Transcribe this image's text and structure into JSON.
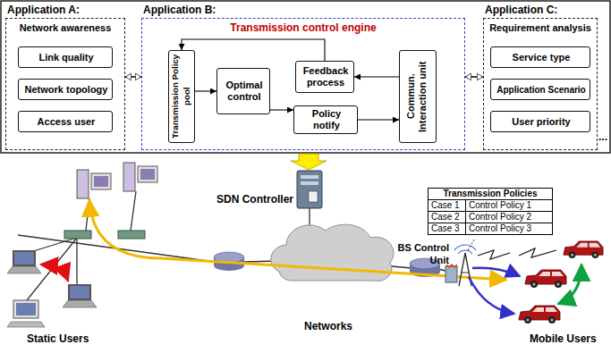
{
  "diagram": {
    "nodes": [
      {
        "text": [
          "Application A:",
          "Network awareness"
        ]
      },
      {
        "text": [
          "Link quality"
        ],
        "in": 0
      },
      {
        "text": [
          "Network topology"
        ],
        "in": 0
      },
      {
        "text": [
          "Access user"
        ],
        "in": 0
      },
      {
        "text": [
          "Application B:",
          "Transmission control engine"
        ]
      },
      {
        "text": [
          "Transmission Policy pool"
        ],
        "in": 4
      },
      {
        "text": [
          "Optimal control"
        ],
        "in": 4
      },
      {
        "text": [
          "Feedback process"
        ],
        "in": 4
      },
      {
        "text": [
          "Policy notify"
        ],
        "in": 4
      },
      {
        "text": [
          "Commun. Interaction unit"
        ],
        "in": 4
      },
      {
        "text": [
          "Application C:",
          "Requirement analysis"
        ]
      },
      {
        "text": [
          "Service type"
        ],
        "in": 10
      },
      {
        "text": [
          "Application Scenario"
        ],
        "in": 10
      },
      {
        "text": [
          "User priority"
        ],
        "in": 10
      },
      {
        "text": [
          "Transmission Policies",
          "Case 1",
          "Control Policy 1",
          "Case 2",
          "Control Policy 2",
          "Case 3",
          "Control Policy 3"
        ]
      }
    ],
    "edges": [
      {
        "from": 0,
        "to": 4,
        "arrow": "both"
      },
      {
        "from": 4,
        "to": 10,
        "arrow": "both"
      },
      {
        "from": 5,
        "to": 6,
        "arrow": "to"
      },
      {
        "from": 6,
        "to": 8,
        "arrow": "to"
      },
      {
        "from": 8,
        "to": 9,
        "arrow": "to"
      },
      {
        "from": 9,
        "to": 7,
        "arrow": "to"
      },
      {
        "from": 7,
        "to": 5,
        "arrow": "to"
      }
    ],
    "labels": [
      "SDN Controller",
      "Networks",
      "Static Users",
      "Mobile Users",
      "BS Control Unit",
      "..."
    ]
  }
}
